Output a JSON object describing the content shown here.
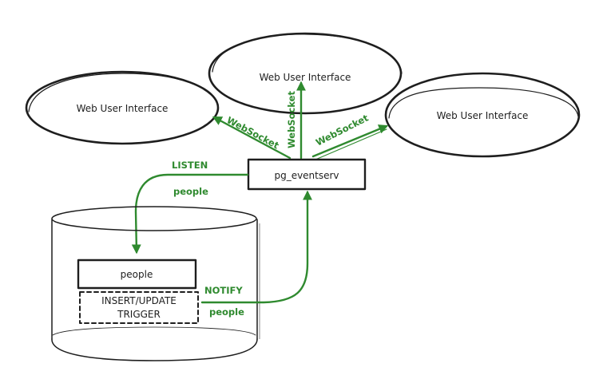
{
  "diagram": {
    "colors": {
      "ink": "#1e1e1e",
      "accent": "#2f8a2f",
      "background": "#ffffff"
    },
    "nodes": {
      "web_ui_top": {
        "label": "Web User Interface",
        "shape": "ellipse"
      },
      "web_ui_left": {
        "label": "Web User Interface",
        "shape": "ellipse"
      },
      "web_ui_right": {
        "label": "Web User Interface",
        "shape": "ellipse"
      },
      "pg_eventserv": {
        "label": "pg_eventserv",
        "shape": "rectangle"
      },
      "database": {
        "label": "",
        "shape": "cylinder"
      },
      "people_table": {
        "label": "people",
        "shape": "rectangle"
      },
      "trigger": {
        "label_line1": "INSERT/UPDATE",
        "label_line2": "TRIGGER",
        "shape": "dashed-rectangle"
      }
    },
    "edges": {
      "ws_left": {
        "label": "WebSocket",
        "from": "pg_eventserv",
        "to": "web_ui_left"
      },
      "ws_top": {
        "label": "WebSocket",
        "from": "pg_eventserv",
        "to": "web_ui_top"
      },
      "ws_right": {
        "label": "WebSocket",
        "from": "pg_eventserv",
        "to": "web_ui_right"
      },
      "listen": {
        "label_top": "LISTEN",
        "label_bottom": "people",
        "from": "pg_eventserv",
        "to": "people_table"
      },
      "notify": {
        "label_top": "NOTIFY",
        "label_bottom": "people",
        "from": "trigger",
        "to": "pg_eventserv"
      }
    }
  }
}
